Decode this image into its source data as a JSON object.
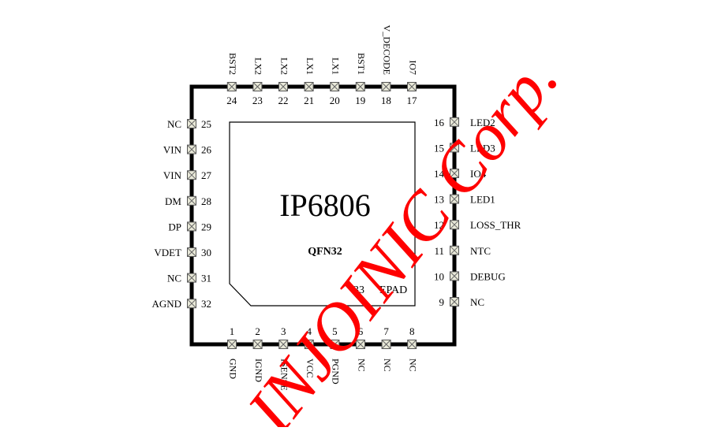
{
  "chip": {
    "part_number": "IP6806",
    "package": "QFN32",
    "epad_number": "33",
    "epad_label": "EPAD"
  },
  "watermark": {
    "text": "INJOINIC Corp.",
    "color": "#ff0000"
  },
  "colors": {
    "outline": "#000000",
    "pad_fill": "#e8e8d8",
    "pad_stroke": "#555555"
  },
  "pins": {
    "bottom": [
      {
        "num": "1",
        "name": "GND"
      },
      {
        "num": "2",
        "name": "IGND"
      },
      {
        "num": "3",
        "name": "ISENSE"
      },
      {
        "num": "4",
        "name": "VCC"
      },
      {
        "num": "5",
        "name": "PGND"
      },
      {
        "num": "6",
        "name": "NC"
      },
      {
        "num": "7",
        "name": "NC"
      },
      {
        "num": "8",
        "name": "NC"
      }
    ],
    "right": [
      {
        "num": "9",
        "name": "NC"
      },
      {
        "num": "10",
        "name": "DEBUG"
      },
      {
        "num": "11",
        "name": "NTC"
      },
      {
        "num": "12",
        "name": "LOSS_THR"
      },
      {
        "num": "13",
        "name": "LED1"
      },
      {
        "num": "14",
        "name": "IO4"
      },
      {
        "num": "15",
        "name": "LED3"
      },
      {
        "num": "16",
        "name": "LED2"
      }
    ],
    "top": [
      {
        "num": "17",
        "name": "IO7"
      },
      {
        "num": "18",
        "name": "V_DECODE"
      },
      {
        "num": "19",
        "name": "BST1"
      },
      {
        "num": "20",
        "name": "LX1"
      },
      {
        "num": "21",
        "name": "LX1"
      },
      {
        "num": "22",
        "name": "LX2"
      },
      {
        "num": "23",
        "name": "LX2"
      },
      {
        "num": "24",
        "name": "BST2"
      }
    ],
    "left": [
      {
        "num": "25",
        "name": "NC"
      },
      {
        "num": "26",
        "name": "VIN"
      },
      {
        "num": "27",
        "name": "VIN"
      },
      {
        "num": "28",
        "name": "DM"
      },
      {
        "num": "29",
        "name": "DP"
      },
      {
        "num": "30",
        "name": "VDET"
      },
      {
        "num": "31",
        "name": "NC"
      },
      {
        "num": "32",
        "name": "AGND"
      }
    ]
  }
}
